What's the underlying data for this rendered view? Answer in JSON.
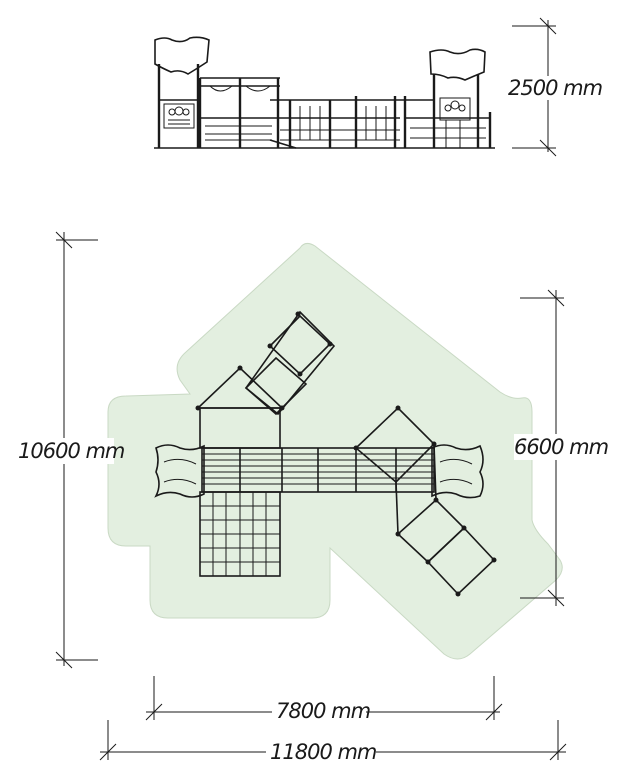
{
  "dimensions": {
    "elevation_height": "2500 mm",
    "plan_height": "10600 mm",
    "plan_right_height": "6600 mm",
    "plan_inner_width": "7800 mm",
    "plan_total_width": "11800 mm"
  },
  "colors": {
    "safety_zone_fill": "#e3efe0",
    "safety_zone_stroke": "#c9d9c4",
    "line": "#1a1a1a"
  }
}
